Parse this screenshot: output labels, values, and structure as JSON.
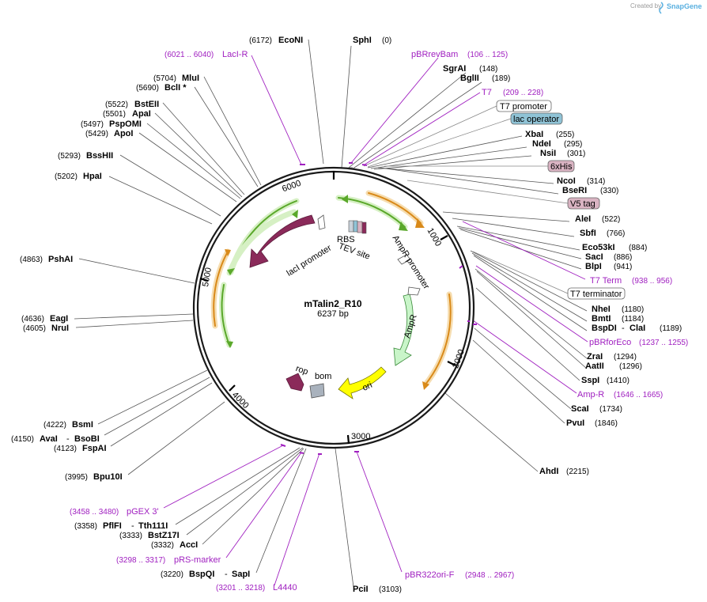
{
  "watermark": {
    "text": "Created by",
    "brand": "SnapGene"
  },
  "plasmid": {
    "name": "mTalin2_R10",
    "length_label": "6237 bp"
  },
  "ticks": [
    "1000",
    "2000",
    "3000",
    "4000",
    "5000",
    "6000"
  ],
  "sites_right": [
    {
      "name": "SphI",
      "pos": "(0)"
    },
    {
      "name": "SgrAI",
      "pos": "(148)"
    },
    {
      "name": "BglII",
      "pos": "(189)"
    },
    {
      "name": "XbaI",
      "pos": "(255)"
    },
    {
      "name": "NdeI",
      "pos": "(295)"
    },
    {
      "name": "NsiI",
      "pos": "(301)"
    },
    {
      "name": "NcoI",
      "pos": "(314)"
    },
    {
      "name": "BseRI",
      "pos": "(330)"
    },
    {
      "name": "AleI",
      "pos": "(522)"
    },
    {
      "name": "SbfI",
      "pos": "(766)"
    },
    {
      "name": "Eco53kI",
      "pos": "(884)"
    },
    {
      "name": "SacI",
      "pos": "(886)"
    },
    {
      "name": "BlpI",
      "pos": "(941)"
    },
    {
      "name": "NheI",
      "pos": "(1180)"
    },
    {
      "name": "BmtI",
      "pos": "(1184)"
    },
    {
      "name": "BspDI",
      "extra": "ClaI",
      "pos": "(1189)"
    },
    {
      "name": "ZraI",
      "pos": "(1294)"
    },
    {
      "name": "AatII",
      "pos": "(1296)"
    },
    {
      "name": "SspI",
      "pos": "(1410)"
    },
    {
      "name": "ScaI",
      "pos": "(1734)"
    },
    {
      "name": "PvuI",
      "pos": "(1846)"
    },
    {
      "name": "AhdI",
      "pos": "(2215)"
    },
    {
      "name": "PciI",
      "pos": "(3103)"
    }
  ],
  "sites_left": [
    {
      "name": "EcoNI",
      "pos": "(6172)"
    },
    {
      "name": "MluI",
      "pos": "(5704)"
    },
    {
      "name": "BclI *",
      "pos": "(5690)"
    },
    {
      "name": "BstEII",
      "pos": "(5522)"
    },
    {
      "name": "ApaI",
      "pos": "(5501)"
    },
    {
      "name": "PspOMI",
      "pos": "(5497)"
    },
    {
      "name": "ApoI",
      "pos": "(5429)"
    },
    {
      "name": "BssHII",
      "pos": "(5293)"
    },
    {
      "name": "HpaI",
      "pos": "(5202)"
    },
    {
      "name": "PshAI",
      "pos": "(4863)"
    },
    {
      "name": "EagI",
      "pos": "(4636)"
    },
    {
      "name": "NruI",
      "pos": "(4605)"
    },
    {
      "name": "BsmI",
      "pos": "(4222)"
    },
    {
      "name": "AvaI",
      "extra": "BsoBI",
      "pos": "(4150)"
    },
    {
      "name": "FspAI",
      "pos": "(4123)"
    },
    {
      "name": "Bpu10I",
      "pos": "(3995)"
    },
    {
      "name": "PflFI",
      "extra": "Tth111I",
      "pos": "(3358)"
    },
    {
      "name": "BstZ17I",
      "pos": "(3333)"
    },
    {
      "name": "AccI",
      "pos": "(3332)"
    },
    {
      "name": "BspQI",
      "extra": "SapI",
      "pos": "(3220)"
    }
  ],
  "primers": [
    {
      "name": "LacI-R",
      "range": "(6021 .. 6040)"
    },
    {
      "name": "pBRrevBam",
      "range": "(106 .. 125)"
    },
    {
      "name": "T7",
      "range": "(209 .. 228)"
    },
    {
      "name": "T7 Term",
      "range": "(938 .. 956)"
    },
    {
      "name": "pBRforEco",
      "range": "(1237 .. 1255)"
    },
    {
      "name": "Amp-R",
      "range": "(1646 .. 1665)"
    },
    {
      "name": "pGEX 3'",
      "range": "(3458 .. 3480)"
    },
    {
      "name": "pRS-marker",
      "range": "(3298 .. 3317)"
    },
    {
      "name": "L4440",
      "range": "(3201 .. 3218)"
    },
    {
      "name": "pBR322ori-F",
      "range": "(2948 .. 2967)"
    }
  ],
  "boxed": [
    {
      "name": "T7 promoter",
      "fill": "#ffffff"
    },
    {
      "name": "lac operator",
      "fill": "#8fc3d6"
    },
    {
      "name": "6xHis",
      "fill": "#d9b3c2"
    },
    {
      "name": "V5 tag",
      "fill": "#d9b3c2"
    },
    {
      "name": "T7 terminator",
      "fill": "#ffffff"
    }
  ],
  "features": {
    "lacI": "lacI",
    "lacI_promoter": "lacI promoter",
    "rbs": "RBS",
    "tev": "TEV site",
    "ampr_promoter": "AmpR promoter",
    "ampr": "AmpR",
    "ori": "ori",
    "rop": "rop",
    "bom": "bom"
  },
  "colors": {
    "backbone": "#1a1a1a",
    "lacI": "#8b2a5a",
    "ampR": "#c9f5c9",
    "ori": "#ffff00",
    "rop": "#8b2a5a",
    "bom": "#a9b2bd",
    "orf_green": "#5aa82a",
    "orf_orange": "#d98a1a",
    "primer": "#a020c0"
  }
}
